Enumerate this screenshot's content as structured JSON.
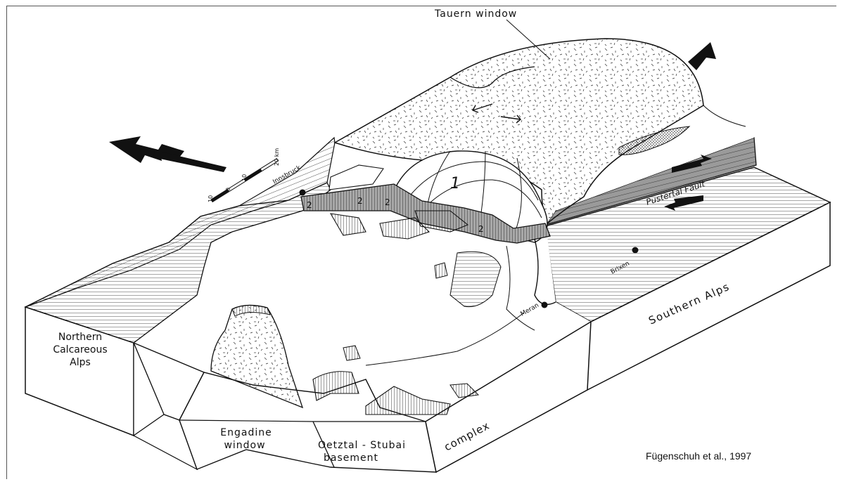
{
  "labels": {
    "tauern_window": "Tauern window",
    "northern_1": "Northern",
    "northern_2": "Calcareous",
    "northern_3": "Alps",
    "engadine_1": "Engadine",
    "engadine_2": "window",
    "oetztal_1": "Oetztal - Stubai",
    "oetztal_2": "basement",
    "complex": "complex",
    "southern_alps": "Southern Alps",
    "pustertal_fault": "Pustertal Fault",
    "innsbruck": "Innsbruck",
    "brixen": "Brixen",
    "meran": "Meran",
    "dome_number": "1",
    "band_number": "2"
  },
  "scale_bar": {
    "ticks": [
      "10",
      "0",
      "10",
      "20 km"
    ]
  },
  "citation": "Fügenschuh et al., 1997",
  "icons": [
    "north-arrow-icon",
    "extension-arrow-icon",
    "shear-arrow-icon"
  ]
}
